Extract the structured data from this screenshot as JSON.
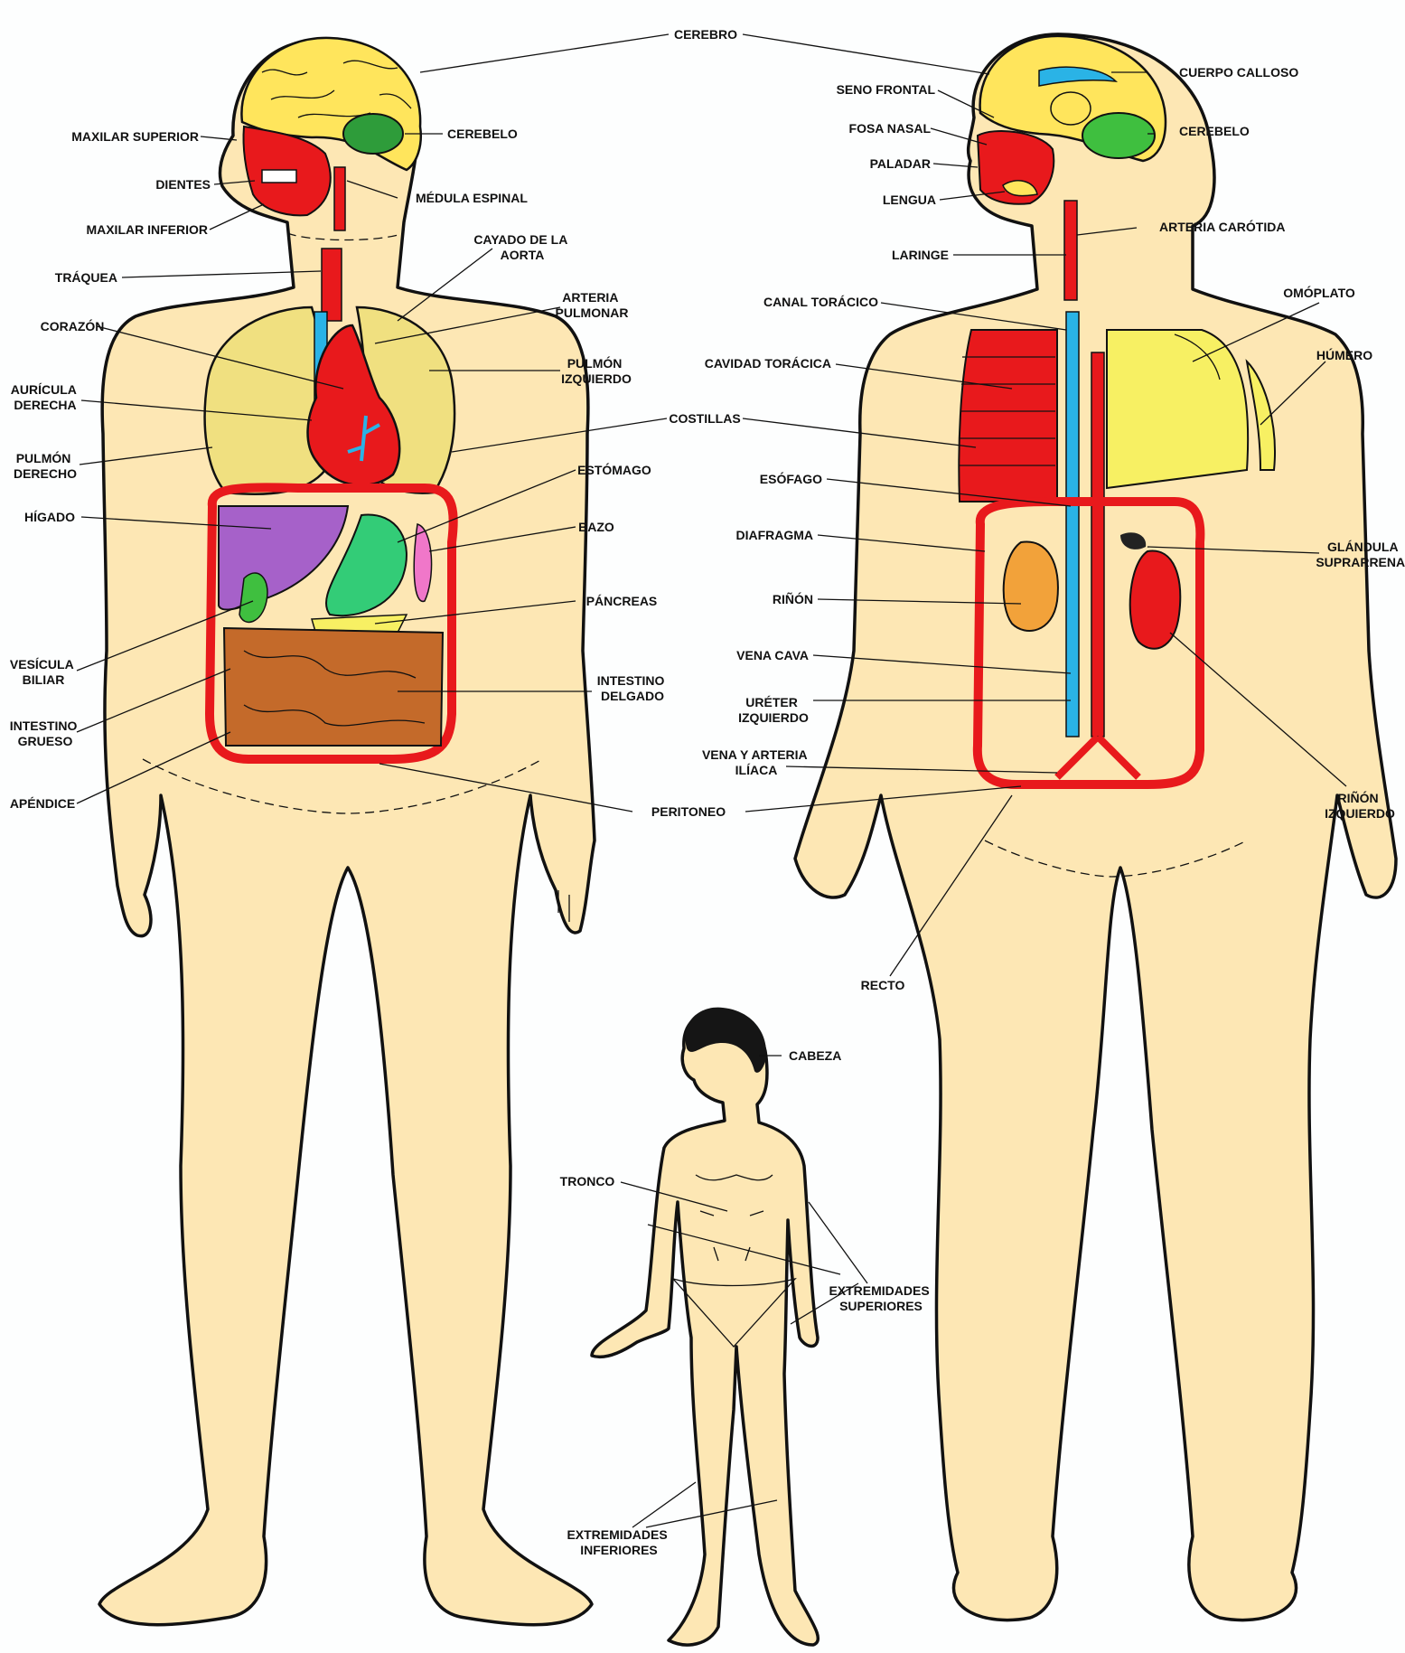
{
  "labels": {
    "cerebro": "CEREBRO",
    "maxilar_superior": "MAXILAR SUPERIOR",
    "cerebelo_front": "CEREBELO",
    "dientes": "DIENTES",
    "medula_espinal": "MÉDULA ESPINAL",
    "maxilar_inferior": "MAXILAR INFERIOR",
    "cayado_aorta": [
      "CAYADO DE LA",
      "AORTA"
    ],
    "traquea": "TRÁQUEA",
    "arteria_pulmonar": [
      "ARTERIA",
      "PULMONAR"
    ],
    "corazon": "CORAZÓN",
    "pulmon_izquierdo": [
      "PULMÓN",
      "IZQUIERDO"
    ],
    "auricula_derecha": [
      "AURÍCULA",
      "DERECHA"
    ],
    "costillas": "COSTILLAS",
    "pulmon_derecho": [
      "PULMÓN",
      "DERECHO"
    ],
    "estomago": "ESTÓMAGO",
    "higado": "HÍGADO",
    "bazo": "BAZO",
    "pancreas": "PÁNCREAS",
    "vesicula_biliar": [
      "VESÍCULA",
      "BILIAR"
    ],
    "intestino_delgado": [
      "INTESTINO",
      "DELGADO"
    ],
    "intestino_grueso": [
      "INTESTINO",
      "GRUESO"
    ],
    "apendice": "APÉNDICE",
    "peritoneo": "PERITONEO",
    "cuerpo_calloso": "CUERPO CALLOSO",
    "seno_frontal": "SENO FRONTAL",
    "fosa_nasal": "FOSA NASAL",
    "cerebelo_side": "CEREBELO",
    "paladar": "PALADAR",
    "lengua": "LENGUA",
    "arteria_carotida": "ARTERIA CARÓTIDA",
    "laringe": "LARINGE",
    "omoplato": "OMÓPLATO",
    "canal_toracico": "CANAL TORÁCICO",
    "humero": "HÚMERO",
    "cavidad_toracica": "CAVIDAD TORÁCICA",
    "esofago": "ESÓFAGO",
    "diafragma": "DIAFRAGMA",
    "glandula_suprarrenal": [
      "GLÁNDULA",
      "SUPRARRENAL"
    ],
    "rinon": "RIÑÓN",
    "vena_cava": "VENA CAVA",
    "ureter_izquierdo": [
      "URÉTER",
      "IZQUIERDO"
    ],
    "vena_arteria_iliaca": [
      "VENA Y ARTERIA",
      "ILÍACA"
    ],
    "rinon_izquierdo": [
      "RIÑÓN",
      "IZQUIERDO"
    ],
    "recto": "RECTO",
    "cabeza": "CABEZA",
    "tronco": "TRONCO",
    "extremidades_superiores": [
      "EXTREMIDADES",
      "SUPERIORES"
    ],
    "extremidades_inferiores": [
      "EXTREMIDADES",
      "INFERIORES"
    ]
  },
  "colors": {
    "skin": "#fde7b4",
    "brain": "#ffe55c",
    "red": "#e8191c",
    "blue": "#2ab3e6",
    "liver": "#a661c9",
    "gallbladder": "#3fbf3f",
    "stomach": "#33cc77",
    "spleen": "#f077c9",
    "intestine": "#c46a2a",
    "kidney": "#f2a23a",
    "lung": "#f0e080",
    "ribs": "#f7f063",
    "hair": "#151515",
    "background": "#fdfefe"
  }
}
